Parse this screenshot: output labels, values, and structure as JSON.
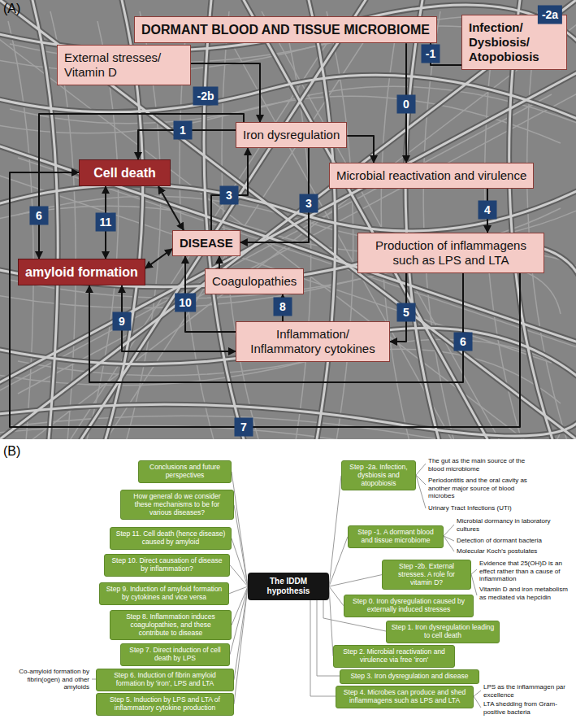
{
  "diagram": {
    "nodes": [
      {
        "text": [
          "DORMANT BLOOD AND TISSUE MICROBIOME"
        ]
      },
      {
        "text": [
          "Infection/ Dysbiosis/ Atopobiosis"
        ]
      },
      {
        "text": [
          "External stresses/ Vitamin D"
        ]
      },
      {
        "text": [
          "Iron dysregulation"
        ]
      },
      {
        "text": [
          "Microbial reactivation and virulence"
        ]
      },
      {
        "text": [
          "Cell death"
        ]
      },
      {
        "text": [
          "DISEASE"
        ]
      },
      {
        "text": [
          "Production of inflammagens such as LPS and LTA"
        ]
      },
      {
        "text": [
          "Coagulopathies"
        ]
      },
      {
        "text": [
          "amyloid formation"
        ]
      },
      {
        "text": [
          "Inflammation/ Inflammatory cytokines"
        ]
      },
      {
        "text": [
          "The IDDM hypothesis"
        ]
      },
      {
        "text": [
          "Step -2a. Infection, dysbiosis and atopobiosis"
        ]
      },
      {
        "text": [
          "Step -1. A dormant blood and tissue microbiome"
        ]
      },
      {
        "text": [
          "Step -2b. External stresses. A role for vitamin D?"
        ]
      },
      {
        "text": [
          "Step 0. Iron dysregulation caused by externally induced stresses"
        ]
      },
      {
        "text": [
          "Step 1. Iron dysregulation leading to cell death"
        ]
      },
      {
        "text": [
          "Step 2. Microbial reactivation and virulence via free 'iron'"
        ]
      },
      {
        "text": [
          "Step 3. Iron dysregulation and disease"
        ]
      },
      {
        "text": [
          "Step 4. Microbes can produce and shed inflammagens such as LPS and LTA"
        ]
      },
      {
        "text": [
          "Step 5. Induction by LPS and LTA of inflammatory cytokine production"
        ]
      },
      {
        "text": [
          "Step 6. Induction of fibrin amyloid formation by 'iron', LPS and LTA"
        ]
      },
      {
        "text": [
          "Step 7. Direct induction of cell death by LPS"
        ]
      },
      {
        "text": [
          "Step 8. Inflammation induces coagulopathies, and these contribute to disease"
        ]
      },
      {
        "text": [
          "Step 9. Induction of amyloid formation by cytokines and vice versa"
        ]
      },
      {
        "text": [
          "Step 10. Direct causation of disease by inflammation?"
        ]
      },
      {
        "text": [
          "Step 11. Cell death (hence disease) caused by amyloid"
        ]
      },
      {
        "text": [
          "How general do we consider these mechanisms to be for various diseases?"
        ]
      },
      {
        "text": [
          "Conclusions and future perspectives"
        ]
      }
    ],
    "edges": [
      {
        "from": 1,
        "to": 0,
        "arrow": "to"
      },
      {
        "from": 0,
        "to": 4,
        "arrow": "to"
      },
      {
        "from": 2,
        "to": 3,
        "arrow": "to"
      },
      {
        "from": 3,
        "to": 4,
        "arrow": "to"
      },
      {
        "from": 3,
        "to": 5,
        "arrow": "to"
      },
      {
        "from": 3,
        "to": 9,
        "arrow": "to"
      },
      {
        "from": 6,
        "to": 3,
        "arrow": "to"
      },
      {
        "from": 3,
        "to": 6,
        "arrow": "to"
      },
      {
        "from": 5,
        "to": 6,
        "arrow": "both"
      },
      {
        "from": 5,
        "to": 9,
        "arrow": "both"
      },
      {
        "from": 9,
        "to": 6,
        "arrow": "both"
      },
      {
        "from": 4,
        "to": 7,
        "arrow": "to"
      },
      {
        "from": 7,
        "to": 10,
        "arrow": "to"
      },
      {
        "from": 7,
        "to": 9,
        "arrow": "to"
      },
      {
        "from": 7,
        "to": 5,
        "arrow": "to"
      },
      {
        "from": 10,
        "to": 8,
        "arrow": "to"
      },
      {
        "from": 8,
        "to": 6,
        "arrow": "to"
      },
      {
        "from": 10,
        "to": 6,
        "arrow": "to"
      },
      {
        "from": 10,
        "to": 9,
        "arrow": "both"
      },
      {
        "from": 11,
        "to": 12,
        "arrow": "none"
      },
      {
        "from": 11,
        "to": 13,
        "arrow": "none"
      },
      {
        "from": 11,
        "to": 14,
        "arrow": "none"
      },
      {
        "from": 11,
        "to": 15,
        "arrow": "none"
      },
      {
        "from": 11,
        "to": 16,
        "arrow": "none"
      },
      {
        "from": 11,
        "to": 17,
        "arrow": "none"
      },
      {
        "from": 11,
        "to": 18,
        "arrow": "none"
      },
      {
        "from": 11,
        "to": 19,
        "arrow": "none"
      },
      {
        "from": 11,
        "to": 20,
        "arrow": "none"
      },
      {
        "from": 11,
        "to": 21,
        "arrow": "none"
      },
      {
        "from": 11,
        "to": 22,
        "arrow": "none"
      },
      {
        "from": 11,
        "to": 23,
        "arrow": "none"
      },
      {
        "from": 11,
        "to": 24,
        "arrow": "none"
      },
      {
        "from": 11,
        "to": 25,
        "arrow": "none"
      },
      {
        "from": 11,
        "to": 26,
        "arrow": "none"
      },
      {
        "from": 11,
        "to": 27,
        "arrow": "none"
      },
      {
        "from": 11,
        "to": 28,
        "arrow": "none"
      }
    ],
    "labels": [
      "(A)",
      "-1",
      "-2a",
      "0",
      "-2b",
      "6",
      "1",
      "3",
      "3",
      "4",
      "11",
      "5",
      "10",
      "8",
      "6",
      "9",
      "7",
      "(B)",
      "The gut as the main source of the blood microbiome",
      "Periodontitis and the oral cavity as another major source of blood microbes",
      "Urinary Tract Infections (UTI)",
      "Microbial dormancy in laboratory cultures",
      "Detection of dormant bacteria",
      "Molecular Koch's postulates",
      "Evidence that 25(OH)D is an effect rather than a cause of inflammation",
      "Vitamin D and iron metabolism as mediated via hepcidin",
      "LPS as the inflammagen par excellence",
      "LTA shedding from Gram-positive bacteria",
      "Co-amyloid formation by fibrin(ogen) and other amyloids"
    ]
  }
}
